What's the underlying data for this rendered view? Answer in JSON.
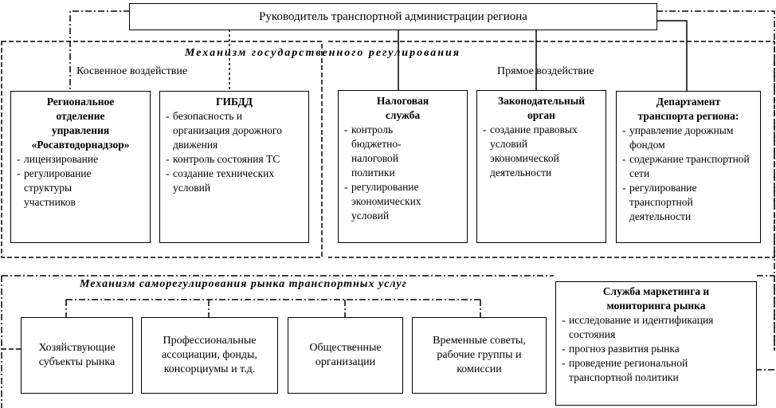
{
  "head": {
    "title": "Руководитель транспортной администрации региона"
  },
  "state_mechanism": {
    "title": "Механизм государственного регулирования",
    "indirect_label": "Косвенное воздействие",
    "direct_label": "Прямое воздействие"
  },
  "boxes": {
    "rosavto": {
      "title": [
        "Региональное",
        "отделение",
        "управления",
        "«Росавтодорнадзор»"
      ],
      "items": [
        "лицензирование",
        "регулирование структуры участников"
      ]
    },
    "gibdd": {
      "title": [
        "ГИБДД"
      ],
      "items": [
        "безопасность и организация дорожного движения",
        "контроль состояния ТС",
        "создание технических условий"
      ]
    },
    "tax": {
      "title": [
        "Налоговая",
        "служба"
      ],
      "items": [
        "контроль бюджетно-налоговой политики",
        "регулирование экономических условий"
      ]
    },
    "legis": {
      "title": [
        "Законодательный",
        "орган"
      ],
      "items": [
        "создание правовых условий экономической деятельности"
      ]
    },
    "dept": {
      "title": [
        "Департамент",
        "транспорта региона:"
      ],
      "items": [
        "управление дорожным фондом",
        "содержание транспортной сети",
        "регулирование транспортной деятельности"
      ]
    },
    "marketing": {
      "title": [
        "Служба маркетинга и",
        "мониторинга рынка"
      ],
      "items": [
        "исследование и идентификация состояния",
        "прогноз развития рынка",
        "проведение региональной транспортной политики"
      ]
    }
  },
  "self_mechanism": {
    "title": "Механизм саморегулирования рынка транспортных услуг",
    "boxes": [
      "Хозяйствующие субъекты рынка",
      "Профессиональные ассоциации, фонды, консорциумы и т.д.",
      "Общественные организации",
      "Временные советы, рабочие группы и комиссии"
    ]
  }
}
